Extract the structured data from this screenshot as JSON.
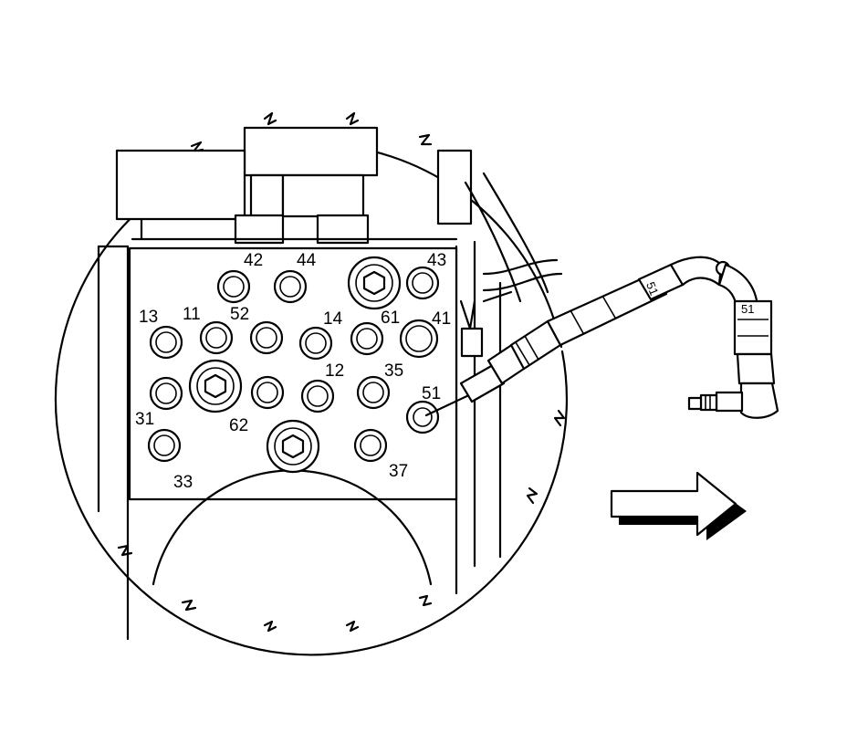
{
  "port_labels": {
    "p42": "42",
    "p44": "44",
    "p43": "43",
    "p13": "13",
    "p11": "11",
    "p52": "52",
    "p14": "14",
    "p61": "61",
    "p41": "41",
    "p12": "12",
    "p35": "35",
    "p51": "51",
    "p31": "31",
    "p62": "62",
    "p33": "33",
    "p37": "37"
  },
  "hose_labels": {
    "tag_a": "51",
    "tag_b": "51"
  },
  "colors": {
    "line": "#000000",
    "background": "#ffffff",
    "arrow_shadow": "#000000"
  },
  "icons": {
    "direction": "right-arrow-icon"
  }
}
